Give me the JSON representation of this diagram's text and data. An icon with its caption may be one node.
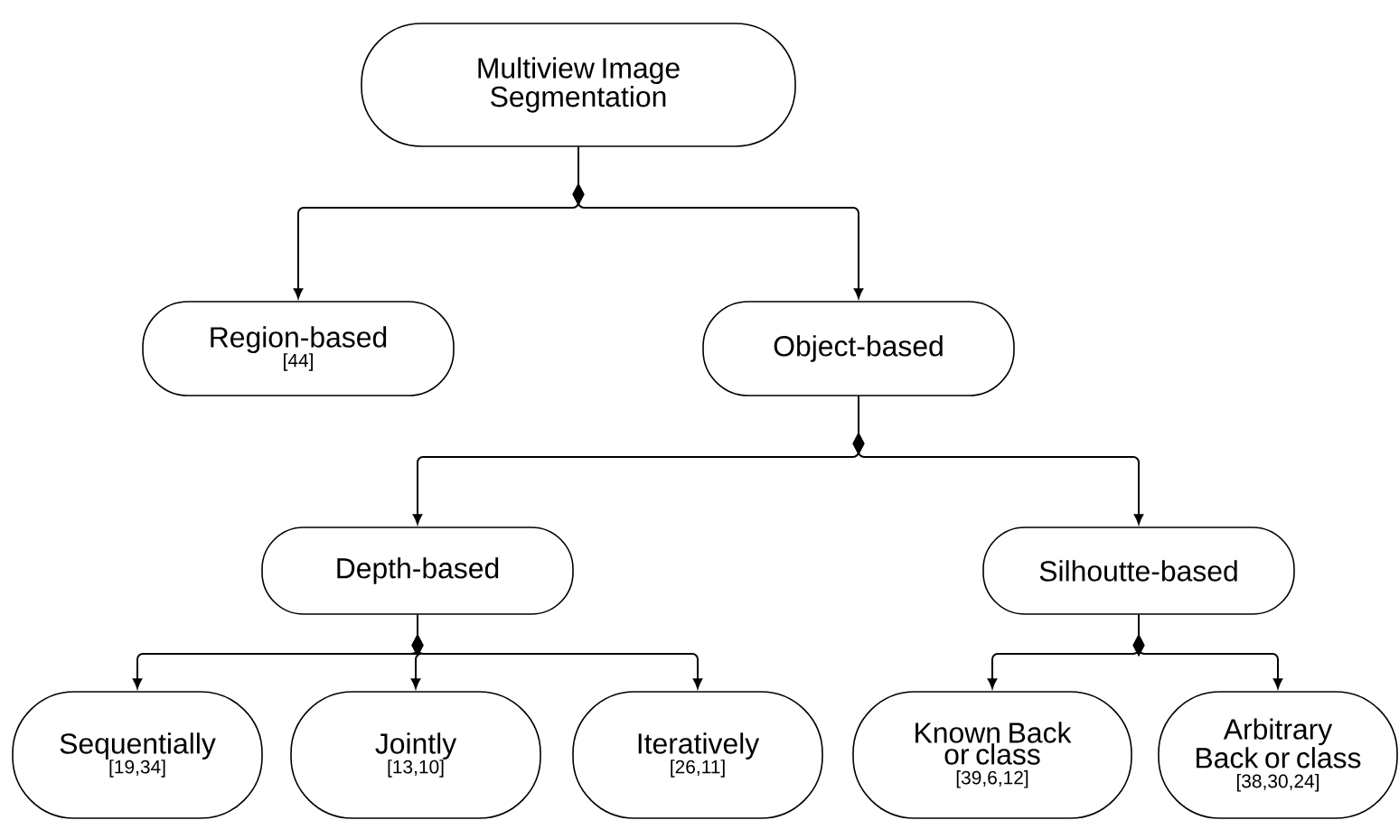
{
  "diagram": {
    "nodes": [
      {
        "text": [
          "Multiview Image Segmentation"
        ]
      },
      {
        "text": [
          "Region-based",
          "[44]"
        ]
      },
      {
        "text": [
          "Object-based"
        ]
      },
      {
        "text": [
          "Depth-based"
        ]
      },
      {
        "text": [
          "Silhoutte-based"
        ]
      },
      {
        "text": [
          "Sequentially",
          "[19,34]"
        ]
      },
      {
        "text": [
          "Jointly",
          "[13,10]"
        ]
      },
      {
        "text": [
          "Iteratively",
          "[26,11]"
        ]
      },
      {
        "text": [
          "Known Back or class",
          "[39,6,12]"
        ]
      },
      {
        "text": [
          "Arbitrary Back or class",
          "[38,30,24]"
        ]
      }
    ],
    "edges": [
      {
        "from": 0,
        "to": 1,
        "arrow": "to"
      },
      {
        "from": 0,
        "to": 2,
        "arrow": "to"
      },
      {
        "from": 2,
        "to": 3,
        "arrow": "to"
      },
      {
        "from": 2,
        "to": 4,
        "arrow": "to"
      },
      {
        "from": 3,
        "to": 5,
        "arrow": "to"
      },
      {
        "from": 3,
        "to": 6,
        "arrow": "to"
      },
      {
        "from": 3,
        "to": 7,
        "arrow": "to"
      },
      {
        "from": 4,
        "to": 8,
        "arrow": "to"
      },
      {
        "from": 4,
        "to": 9,
        "arrow": "to"
      }
    ]
  }
}
